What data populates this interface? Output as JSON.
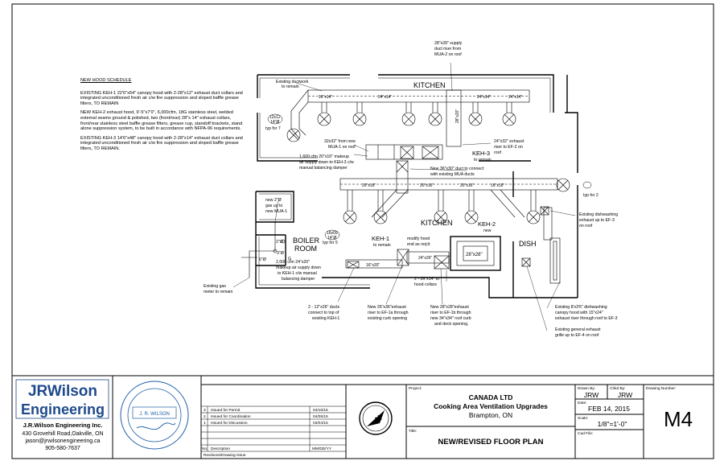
{
  "schedule": {
    "heading": "NEW HOOD SCHEDULE",
    "keh1": "EXISTING KEH-1 22'6\"x54\" canopy hood with 2-28\"x12\" exhaust duct collars and integrated unconditioned fresh air c/w fire suppression and sloped baffle grease filters, TO REMAIN",
    "keh2": "NEW KEH-2 exhaust hood, 9'-5\"x7'0\", 6,000cfm, 18G stainless steel, welded external seams ground & polished, two (front/rear) 28\"x 14\" exhaust collars, front/rear stainless steel baffle grease filters, grease cup, standoff brackets, stand alone suppression system, to be built in accordance with NFPA-96 requirements.",
    "keh3": "EXISTING KEH-3 14'6\"x48\" canopy hood with 2-28\"x14\" exhaust duct collars and integrated unconditioned fresh air c/w fire suppression and sloped baffle grease filters, TO REMAIN."
  },
  "plan": {
    "kitchen_top": "KITCHEN",
    "kitchen_mid": "KITCHEN",
    "boiler_room_1": "BOILER",
    "boiler_room_2": "ROOM",
    "dish": "DISH",
    "keh1": "KEH-1",
    "keh1_sub": "to remain",
    "keh2": "KEH-2",
    "keh2_sub": "new",
    "keh3": "KEH-3",
    "keh3_sub": "to remain",
    "hood_box": "28\"x28\"",
    "notes": {
      "existing_ductwork_1": "Existing ductwork",
      "existing_ductwork_2": "to remain",
      "supply_riser_1": "28\"x28\" supply",
      "supply_riser_2": "duct riser from",
      "supply_riser_3": "MUA-2 on roof",
      "typ7_a": "typ for 7",
      "typ5": "typ for 5",
      "typ2": "typ for 2",
      "mua1_1": "32x32\" from new",
      "mua1_2": "MUA-1 on roof",
      "makeup_1": "1,600 cfm 20\"x16\" makeup",
      "makeup_2": "air supply down to KEH-3 c/w",
      "makeup_3": "manual balancing damper",
      "ef2_1": "24\"x32\" exhaust",
      "ef2_2": "riser to EF-2 on",
      "ef2_3": "roof",
      "newduct_1": "New 36\"x30\" duct to connect",
      "newduct_2": "with existing MUA ducts",
      "dishwash_1": "Existing dishwashing",
      "dishwash_2": "exhaust up to EF-3",
      "dishwash_3": "on roof",
      "gas_1": "new 2\"Ø",
      "gas_2": "gas up  to",
      "gas_3": "new MUA-1",
      "gas_dia": "2\"Ø",
      "gas_dia3": "3\"Ø",
      "gas_dia6": "6\"Ø",
      "gas_g": "G",
      "modify_1": "modify hood",
      "modify_2": "end as req'd",
      "makeup2_1": "2,000 cfm 24\"x20\"",
      "makeup2_2": "makeup air supply down",
      "makeup2_3": "to KEH-1 c/w manual",
      "makeup2_4": "balancing damper",
      "gasmeter_1": "Existing gas",
      "gasmeter_2": "meter to remain",
      "collars_1": "2 - 26\"x14\" to",
      "collars_2": "hood collars",
      "ducts12_1": "2 - 12\"x26\" ducts",
      "ducts12_2": "connect to top of",
      "ducts12_3": "existing KEH-1",
      "ef1a_1": "New 26\"x36\"exhaust",
      "ef1a_2": "riser to EF-1a through",
      "ef1a_3": "existing curb opening",
      "ef1b_1": "New 28\"x28\"exhaust",
      "ef1b_2": "riser to EF-1b through",
      "ef1b_3": "new 34\"x34\" roof curb",
      "ef1b_4": "and deck opening.",
      "canopy_1": "Existing 8'x3'6\" dishwashing",
      "canopy_2": "canopy hood with 15\"x24\"",
      "canopy_3": "exhaust riser through roof to EF-3",
      "ef4_1": "Existing general exhaust",
      "ef4_2": "grille up to EF-4 on roof"
    },
    "dims": {
      "d16x14": "16\"x14\"",
      "d24x14a": "24\"x14\"",
      "d24x14b": "24\"x14\"",
      "d24x14c": "24\"x14\"",
      "d28x20": "28\"x20\"",
      "d20x16a": "20\"x16\"",
      "d20x16b": "20\"x16\"",
      "d20x16c": "20\"x16\"",
      "d16x16": "16\"x16\"",
      "d24x26": "24\"x26\"",
      "d16x20": "16\"x20\"",
      "diff_a": "12x12",
      "diff_b": "14\"Ø",
      "diff_c": "16x09",
      "diff_d": "14\"Ø"
    }
  },
  "title_block": {
    "firm_logo_1": "JRWilson",
    "firm_logo_2": "Engineering",
    "firm_name": "J.R.Wilson Engineering Inc.",
    "firm_address": "430 Grovehill Road,Oakville, ON",
    "firm_email": "jason@jrwilsonengineering.ca",
    "firm_phone": "905-580-7637",
    "seal_text": "J. R. WILSON",
    "revisions": [
      {
        "no": "3",
        "desc": "Issued for Permit",
        "date": "04/15/15"
      },
      {
        "no": "2",
        "desc": "Issued for Coordination",
        "date": "04/05/15"
      },
      {
        "no": "1",
        "desc": "Issued for Discussion",
        "date": "03/04/15"
      }
    ],
    "rev_header_no": "No.",
    "rev_header_desc": "Description",
    "rev_header_date": "MM/DD/YY",
    "rev_footer": "Revisions/Drawing Issue",
    "north": "N",
    "project_label": "Project:",
    "project_line1": "CANADA LTD",
    "project_line2": "Cooking Area Ventilation Upgrades",
    "project_line3": "Brampton, ON",
    "title_label": "Title:",
    "title": "NEW/REVISED FLOOR PLAN",
    "drawn_by_label": "Drawn By:",
    "drawn_by": "JRW",
    "chkd_by_label": "Chkd By:",
    "chkd_by": "JRW",
    "date_label": "Date:",
    "date": "FEB 14, 2015",
    "scale_label": "Scale:",
    "scale": "1/8\"=1'-0\"",
    "cad_label": "Cad File:",
    "drawing_no_label": "Drawing Number:",
    "drawing_no": "M4"
  }
}
